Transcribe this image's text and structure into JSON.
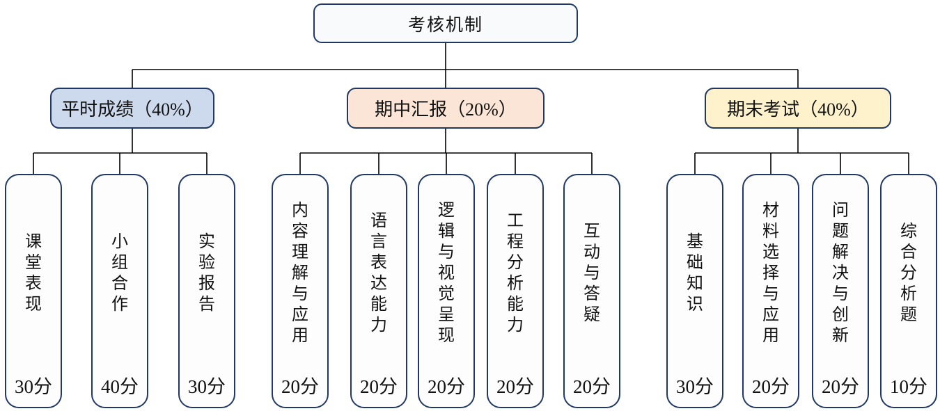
{
  "diagram": {
    "title": "考核机制",
    "colors": {
      "border": "#1f3864",
      "connector": "#000000",
      "root_fill": "#f9fafc",
      "leaf_fill": "#fdfdfd",
      "branch_fills": [
        "#cdd9ec",
        "#fbe5d6",
        "#fdf2cc"
      ]
    },
    "root": {
      "label": "考核机制"
    },
    "branches": [
      {
        "label": "平时成绩（40%）",
        "fill": "#cdd9ec",
        "children": [
          {
            "label": "课堂表现",
            "score": "30分"
          },
          {
            "label": "小组合作",
            "score": "40分"
          },
          {
            "label": "实验报告",
            "score": "30分"
          }
        ]
      },
      {
        "label": "期中汇报（20%）",
        "fill": "#fbe5d6",
        "children": [
          {
            "label": "内容理解与应用",
            "score": "20分"
          },
          {
            "label": "语言表达能力",
            "score": "20分"
          },
          {
            "label": "逻辑与视觉呈现",
            "score": "20分"
          },
          {
            "label": "工程分析能力",
            "score": "20分"
          },
          {
            "label": "互动与答疑",
            "score": "20分"
          }
        ]
      },
      {
        "label": "期末考试（40%）",
        "fill": "#fdf2cc",
        "children": [
          {
            "label": "基础知识",
            "score": "30分"
          },
          {
            "label": "材料选择与应用",
            "score": "20分"
          },
          {
            "label": "问题解决与创新",
            "score": "20分"
          },
          {
            "label": "综合分析题",
            "score": "10分"
          }
        ]
      }
    ]
  }
}
